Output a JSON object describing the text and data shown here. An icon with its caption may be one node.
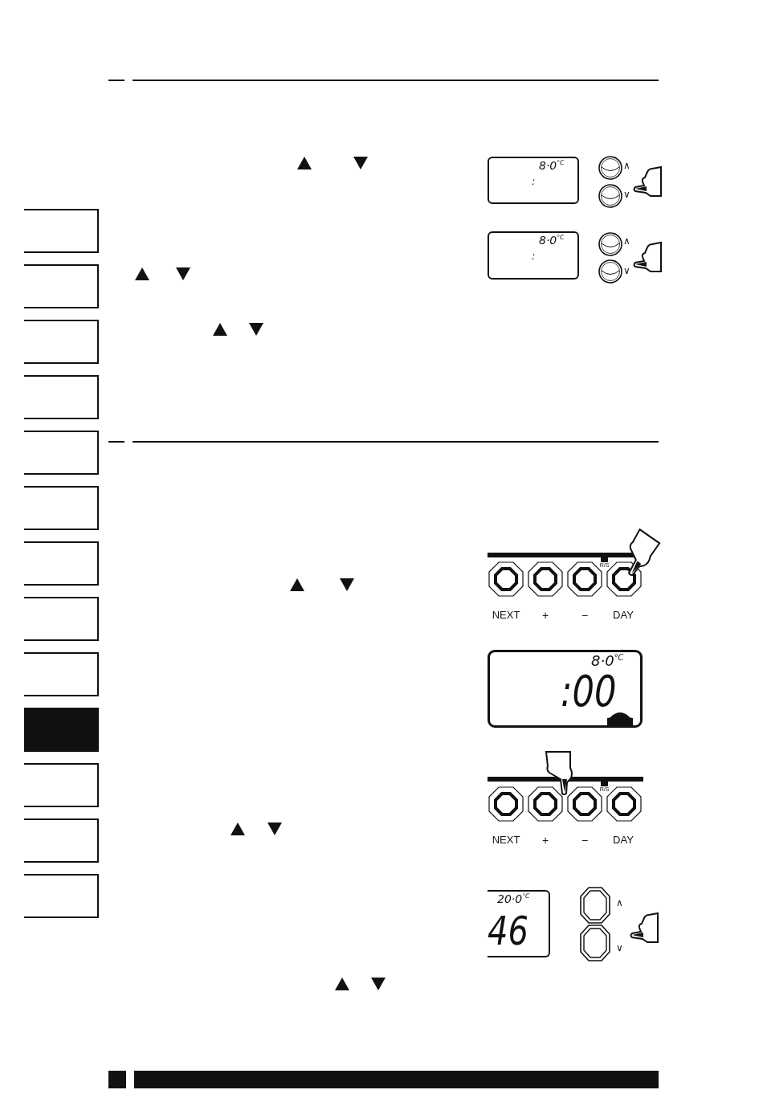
{
  "diagram": {
    "nodes": [
      {
        "text": [],
        "shape": "box"
      },
      {
        "text": [],
        "shape": "box"
      },
      {
        "text": [],
        "shape": "box"
      },
      {
        "text": [],
        "shape": "box"
      },
      {
        "text": [],
        "shape": "box"
      },
      {
        "text": [],
        "shape": "box"
      },
      {
        "text": [],
        "shape": "box"
      },
      {
        "text": [],
        "shape": "box"
      },
      {
        "text": [],
        "shape": "box"
      },
      {
        "text": [],
        "shape": "box"
      },
      {
        "text": [],
        "shape": "box"
      },
      {
        "text": [],
        "shape": "box"
      },
      {
        "text": [],
        "shape": "box"
      },
      {
        "text": [
          "8·0$^{°C}$",
          ":"
        ]
      },
      {
        "text": [
          "8·0$^{°C}$",
          ":"
        ]
      },
      {
        "text": [
          "8·0$^{°C}$",
          ":00"
        ]
      },
      {
        "text": [
          "20·0$^{°C}$",
          "46"
        ]
      }
    ],
    "labels": [
      "∧",
      "∨",
      "∧",
      "∨",
      "R/S",
      "NEXT",
      "+",
      "−",
      "DAY",
      "R/S",
      "NEXT",
      "+",
      "−",
      "DAY",
      "∧",
      "∨"
    ]
  }
}
